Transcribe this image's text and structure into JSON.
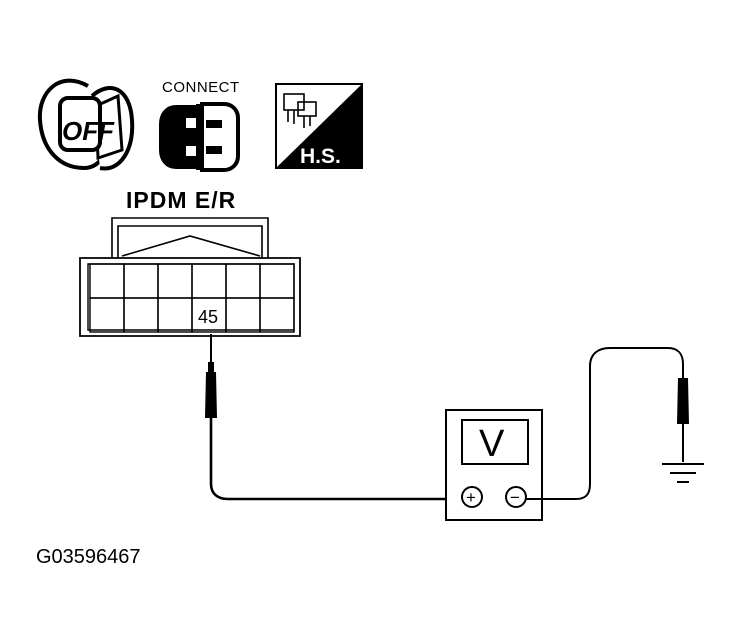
{
  "icons": {
    "ignition": {
      "icon": "ignition-key-off-icon",
      "label": "OFF"
    },
    "connector": {
      "icon": "connector-connect-icon",
      "label": "CONNECT"
    },
    "harness_side": {
      "icon": "harness-side-icon",
      "label": "H.S."
    }
  },
  "connector": {
    "title": "IPDM E/R",
    "terminal": "45"
  },
  "meter": {
    "display": "V",
    "plus_symbol": "+",
    "minus_symbol": "−"
  },
  "ground": {
    "icon": "ground-symbol-icon"
  },
  "figure_id": "G03596467"
}
